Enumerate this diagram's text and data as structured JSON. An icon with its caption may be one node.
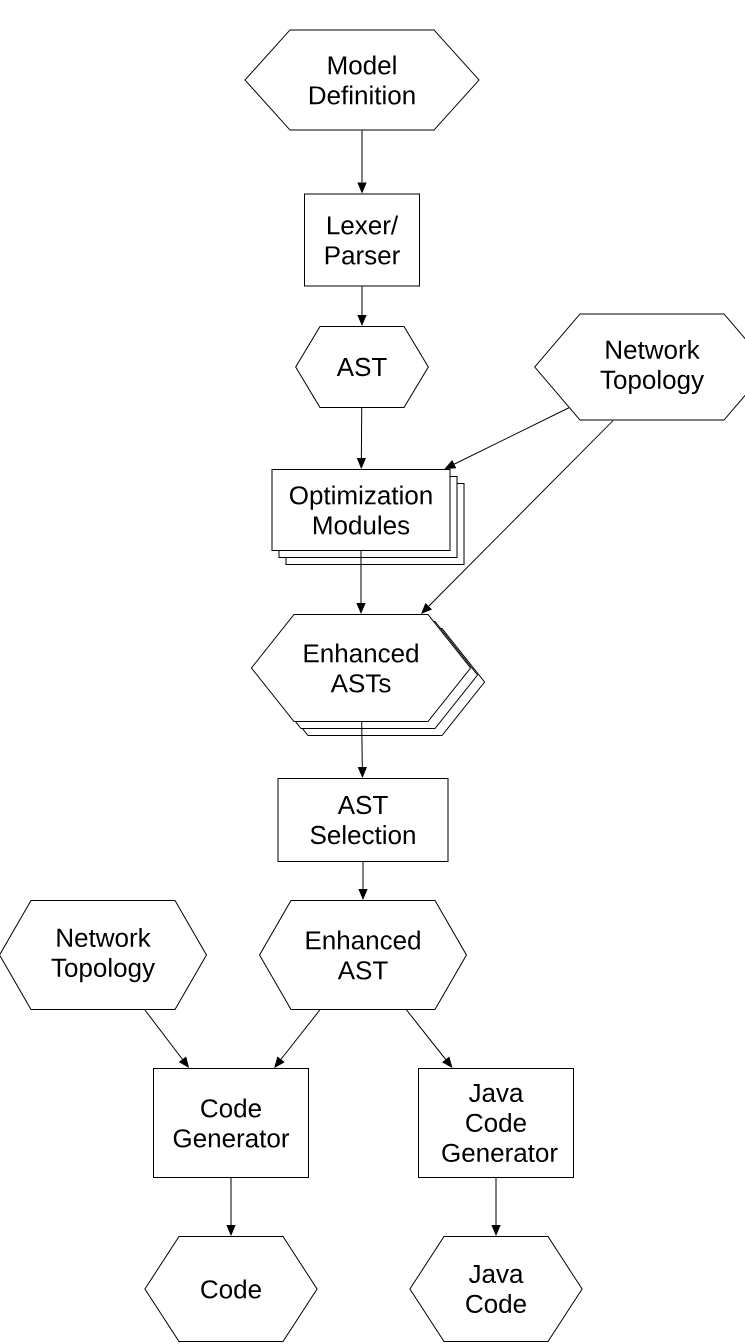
{
  "diagram": {
    "nodes": [
      {
        "text": [
          "Model Definition"
        ]
      },
      {
        "text": [
          "Lexer/ Parser"
        ]
      },
      {
        "text": [
          "AST"
        ]
      },
      {
        "text": [
          "Network Topology"
        ]
      },
      {
        "text": [
          "Optimization Modules"
        ]
      },
      {
        "text": [
          "Enhanced ASTs"
        ]
      },
      {
        "text": [
          "AST Selection"
        ]
      },
      {
        "text": [
          "Enhanced AST"
        ]
      },
      {
        "text": [
          "Network Topology"
        ]
      },
      {
        "text": [
          "Code Generator"
        ]
      },
      {
        "text": [
          "Java Code Generator"
        ]
      },
      {
        "text": [
          "Code"
        ]
      },
      {
        "text": [
          "Java Code"
        ]
      }
    ],
    "edges": [
      {
        "from": 0,
        "to": 1,
        "arrow": "to"
      },
      {
        "from": 1,
        "to": 2,
        "arrow": "to"
      },
      {
        "from": 2,
        "to": 4,
        "arrow": "to"
      },
      {
        "from": 3,
        "to": 4,
        "arrow": "to"
      },
      {
        "from": 3,
        "to": 5,
        "arrow": "to"
      },
      {
        "from": 4,
        "to": 5,
        "arrow": "to"
      },
      {
        "from": 5,
        "to": 6,
        "arrow": "to"
      },
      {
        "from": 6,
        "to": 7,
        "arrow": "to"
      },
      {
        "from": 7,
        "to": 9,
        "arrow": "to"
      },
      {
        "from": 7,
        "to": 10,
        "arrow": "to"
      },
      {
        "from": 8,
        "to": 9,
        "arrow": "to"
      },
      {
        "from": 9,
        "to": 11,
        "arrow": "to"
      },
      {
        "from": 10,
        "to": 12,
        "arrow": "to"
      }
    ]
  }
}
